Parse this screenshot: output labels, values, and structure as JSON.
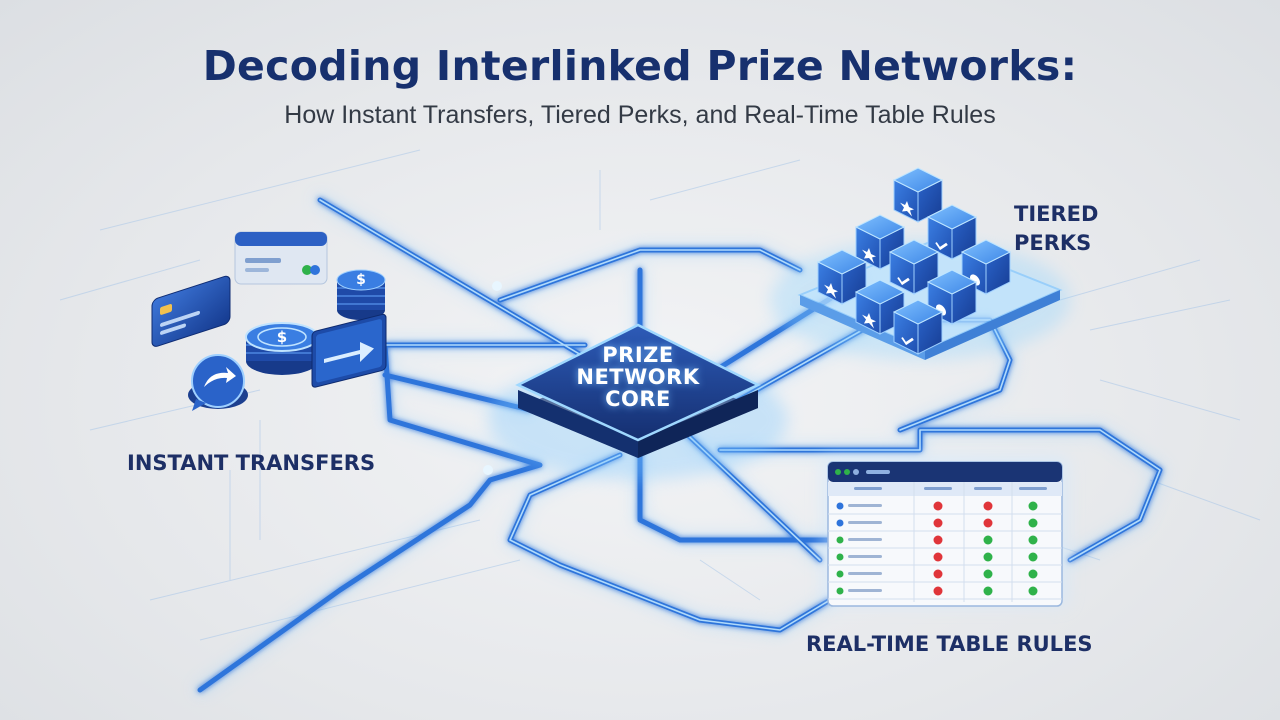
{
  "title": "Decoding Interlinked Prize Networks:",
  "subtitle": "How Instant Transfers, Tiered Perks, and Real-Time Table Rules",
  "core": {
    "line1": "PRIZE",
    "line2": "NETWORK",
    "line3": "CORE"
  },
  "labels": {
    "transfers": "INSTANT TRANSFERS",
    "perks_line1": "TIERED",
    "perks_line2": "PERKS",
    "rules": "REAL-TIME TABLE RULES"
  },
  "icons": {
    "transfers": [
      "credit-card-icon",
      "bank-card-icon",
      "coin-stack-icon",
      "transfer-arrow-icon",
      "chat-arrow-icon"
    ],
    "perks": [
      "star-icon",
      "check-icon",
      "medal-icon"
    ],
    "rules": [
      "red-x-icon",
      "green-check-icon"
    ]
  },
  "colors": {
    "title": "#17306e",
    "label": "#1d2f66",
    "circuit": "#3b7ee0",
    "glow": "#7fc6ff",
    "core": "#1f3f8f",
    "cube": "#3a7fe0",
    "check_green": "#2fb24a",
    "x_red": "#e0353a"
  }
}
